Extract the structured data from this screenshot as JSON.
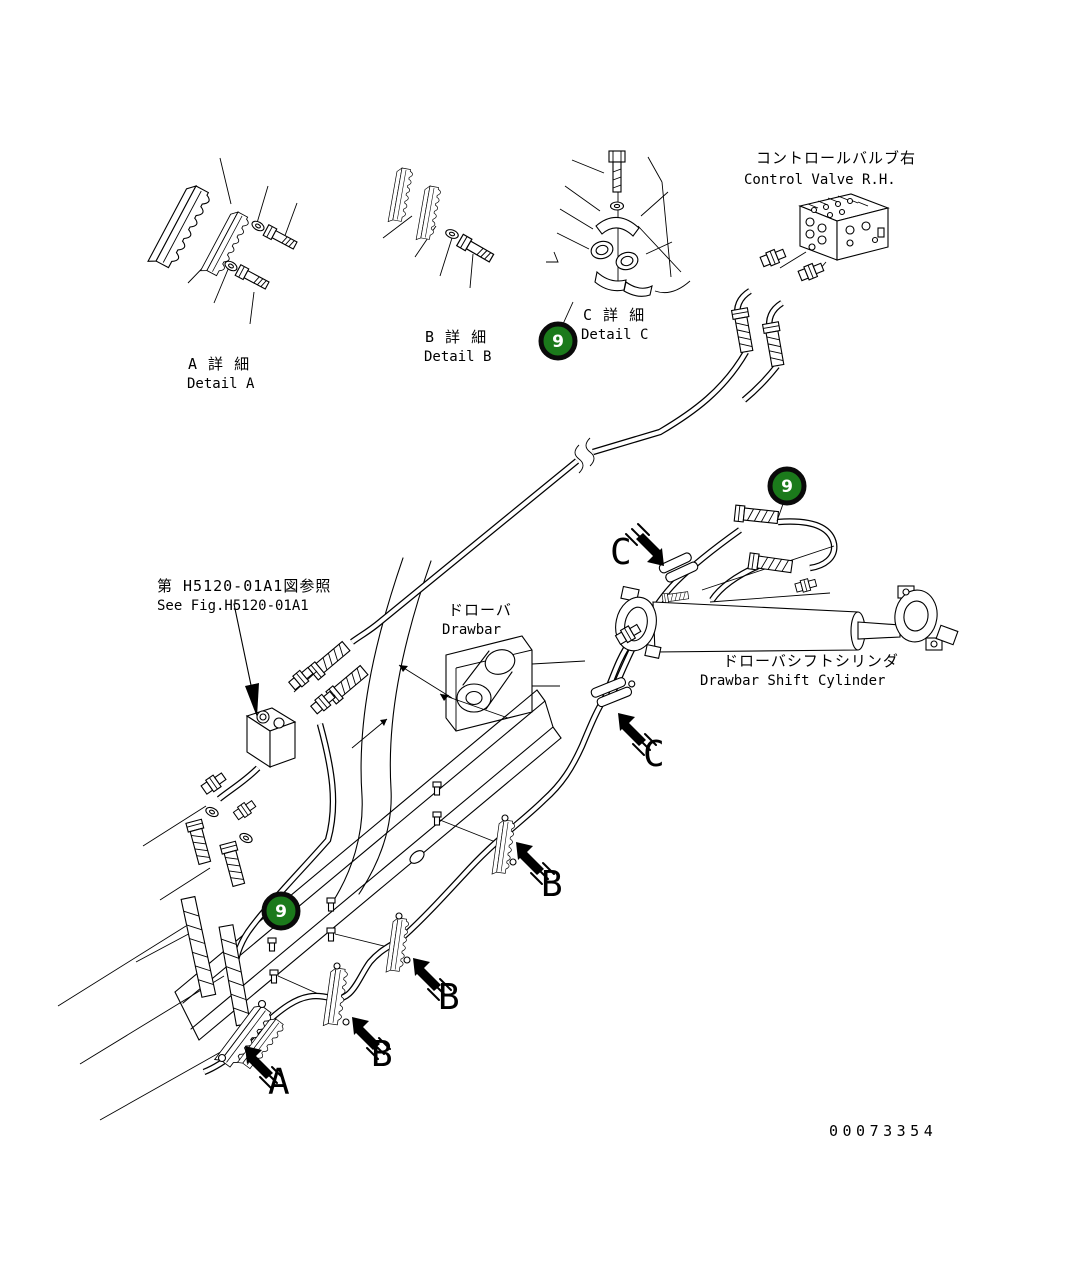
{
  "figure": {
    "number": "00073354",
    "type": "hydraulic-piping-parts-diagram"
  },
  "colors": {
    "background": "#ffffff",
    "line": "#000000",
    "callout_fill": "#1b7a1b",
    "callout_ring": "#0a0a0a",
    "callout_text": "#ffffff"
  },
  "callouts": {
    "number": "9",
    "instances": [
      "near-detail-c",
      "near-cylinder-hose",
      "near-frame-hose"
    ]
  },
  "labels": {
    "control_valve_jp": "コントロールバルブ右",
    "control_valve_en": "Control Valve R.H.",
    "detail_a_jp": "A 詳 細",
    "detail_a_en": "Detail A",
    "detail_b_jp": "B 詳 細",
    "detail_b_en": "Detail B",
    "detail_c_jp": "C 詳 細",
    "detail_c_en": "Detail C",
    "see_fig_jp": "第 H5120-01A1図参照",
    "see_fig_en": "See Fig.H5120-01A1",
    "drawbar_jp": "ドローバ",
    "drawbar_en": "Drawbar",
    "cylinder_jp": "ドローバシフトシリンダ",
    "cylinder_en": "Drawbar Shift Cylinder"
  },
  "view_letters": {
    "a": "A",
    "b": "B",
    "c": "C"
  }
}
